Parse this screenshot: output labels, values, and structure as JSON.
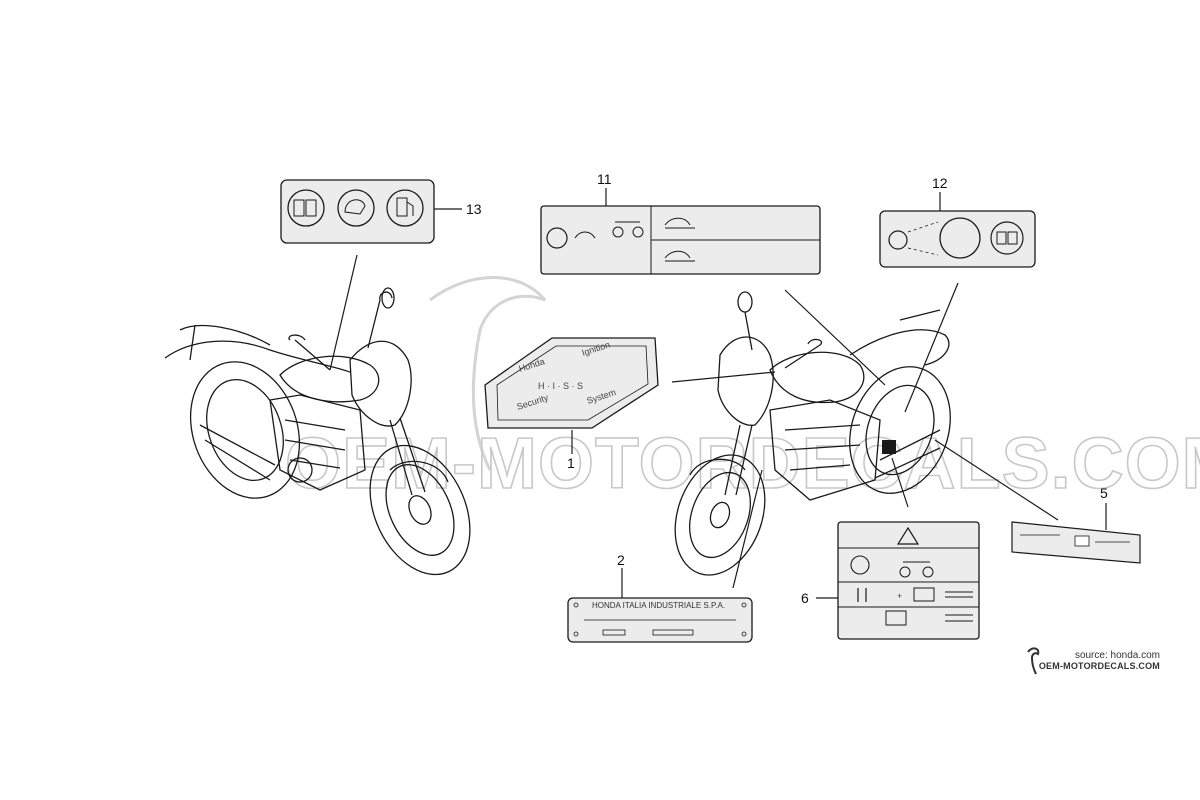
{
  "callouts": {
    "c1": "1",
    "c2": "2",
    "c5": "5",
    "c6": "6",
    "c11": "11",
    "c12": "12",
    "c13": "13"
  },
  "labels": {
    "hiss_line1": "Honda",
    "hiss_line2": "Ignition",
    "hiss_line3": "H · I · S · S",
    "hiss_line4": "Security",
    "hiss_line5": "System",
    "plate_text": "HONDA ITALIA INDUSTRIALE S.P.A."
  },
  "watermark": {
    "text": "OEM-MOTORDECALS.COM"
  },
  "source": {
    "line1": "source: honda.com",
    "line2": "OEM-MOTORDECALS.COM"
  },
  "colors": {
    "line": "#1a1a1a",
    "label_fill": "#ececec",
    "watermark": "#c8c8c8"
  }
}
